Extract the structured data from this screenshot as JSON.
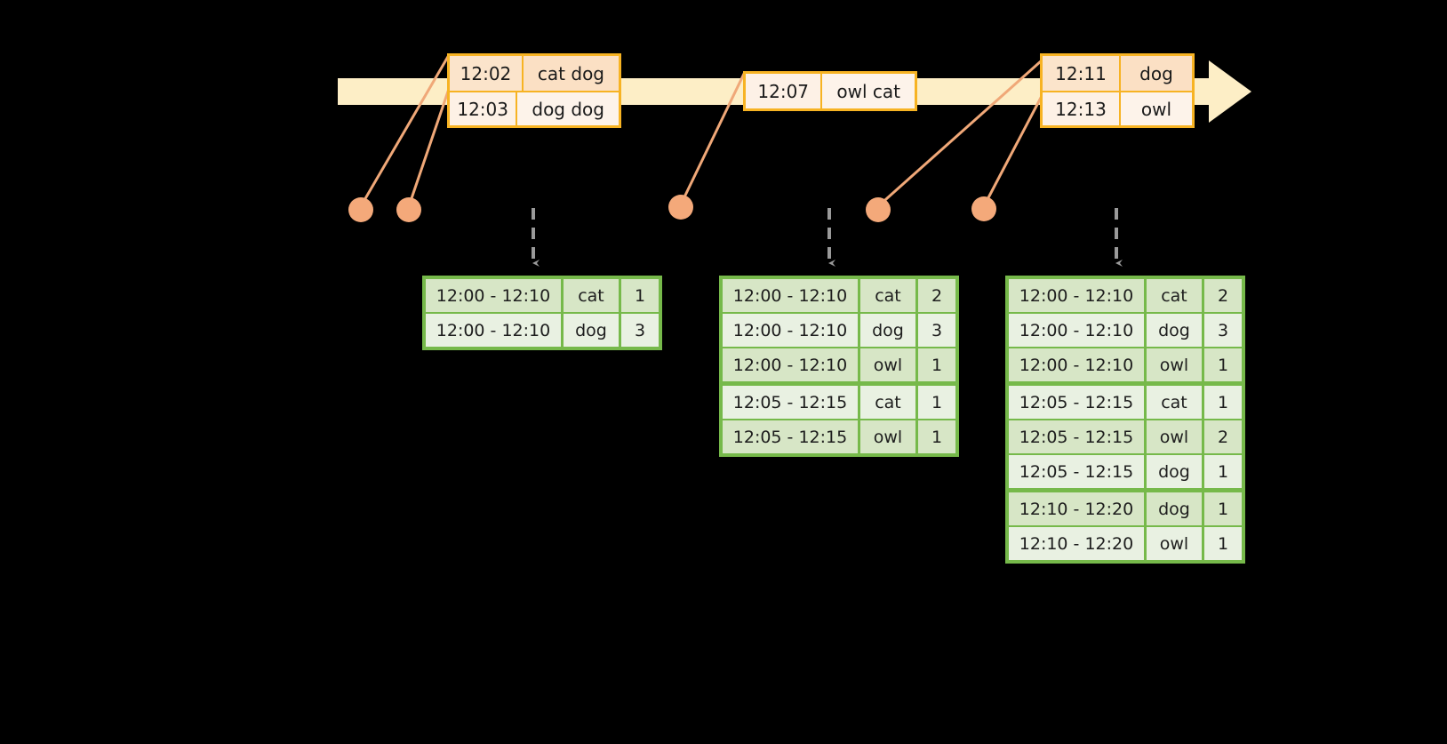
{
  "diagram": {
    "title_hidden": "",
    "colors": {
      "background": "#000000",
      "timeline_bar": "#fdeec6",
      "timeline_border": "#f7b323",
      "event_box_border": "#f7b323",
      "event_shade_dark": "#fbe0c4",
      "event_shade_light": "#fdf3ea",
      "connector_line": "#f0a878",
      "connector_dot": "#f4a97a",
      "table_border": "#76b94a",
      "table_shade_dark": "#d7e6c6",
      "table_shade_light": "#e9f1e2",
      "dashed_arrow": "#9a9a9a"
    },
    "timeline": {
      "name": "event-timeline",
      "arrow_direction": "right",
      "events": [
        {
          "group": 1,
          "rows": [
            {
              "time": "12:02",
              "text": "cat dog"
            },
            {
              "time": "12:03",
              "text": "dog dog"
            }
          ]
        },
        {
          "group": 2,
          "rows": [
            {
              "time": "12:07",
              "text": "owl cat"
            }
          ]
        },
        {
          "group": 3,
          "rows": [
            {
              "time": "12:11",
              "text": "dog"
            },
            {
              "time": "12:13",
              "text": "owl"
            }
          ]
        }
      ]
    },
    "tables": [
      {
        "name": "result-table-1",
        "rows": [
          {
            "window": "12:00 - 12:10",
            "key": "cat",
            "count": "1"
          },
          {
            "window": "12:00 - 12:10",
            "key": "dog",
            "count": "3"
          }
        ]
      },
      {
        "name": "result-table-2",
        "rows": [
          {
            "window": "12:00 - 12:10",
            "key": "cat",
            "count": "2"
          },
          {
            "window": "12:00 - 12:10",
            "key": "dog",
            "count": "3"
          },
          {
            "window": "12:00 - 12:10",
            "key": "owl",
            "count": "1"
          },
          {
            "window": "12:05 - 12:15",
            "key": "cat",
            "count": "1"
          },
          {
            "window": "12:05 - 12:15",
            "key": "owl",
            "count": "1"
          }
        ]
      },
      {
        "name": "result-table-3",
        "rows": [
          {
            "window": "12:00 - 12:10",
            "key": "cat",
            "count": "2"
          },
          {
            "window": "12:00 - 12:10",
            "key": "dog",
            "count": "3"
          },
          {
            "window": "12:00 - 12:10",
            "key": "owl",
            "count": "1"
          },
          {
            "window": "12:05 - 12:15",
            "key": "cat",
            "count": "1"
          },
          {
            "window": "12:05 - 12:15",
            "key": "owl",
            "count": "2"
          },
          {
            "window": "12:05 - 12:15",
            "key": "dog",
            "count": "1"
          },
          {
            "window": "12:10 - 12:20",
            "key": "dog",
            "count": "1"
          },
          {
            "window": "12:10 - 12:20",
            "key": "owl",
            "count": "1"
          }
        ]
      }
    ]
  }
}
